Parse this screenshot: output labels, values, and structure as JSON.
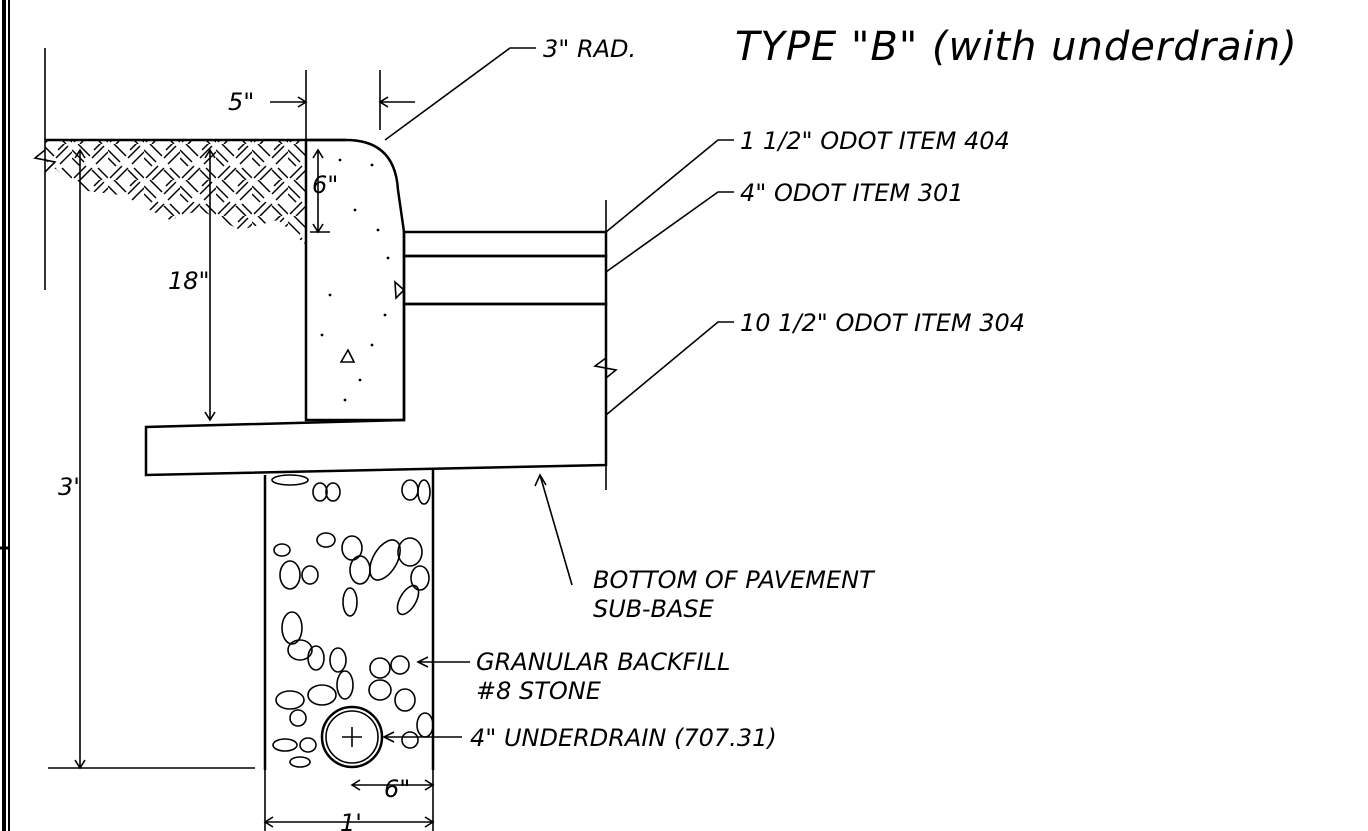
{
  "title": "TYPE \"B\" (with underdrain)",
  "labels": {
    "radius": "3\" RAD.",
    "item404": "1 1/2\" ODOT ITEM 404",
    "item301": "4\" ODOT ITEM 301",
    "item304": "10 1/2\" ODOT ITEM 304",
    "bottom_line1": "BOTTOM OF PAVEMENT",
    "bottom_line2": "SUB-BASE",
    "backfill_line1": "GRANULAR BACKFILL",
    "backfill_line2": "#8 STONE",
    "underdrain": "4\" UNDERDRAIN (707.31)"
  },
  "dimensions": {
    "top_width": "5\"",
    "curb_face": "6\"",
    "curb_height": "18\"",
    "total_depth": "3'",
    "pipe_offset": "6\"",
    "trench_width": "1'"
  }
}
